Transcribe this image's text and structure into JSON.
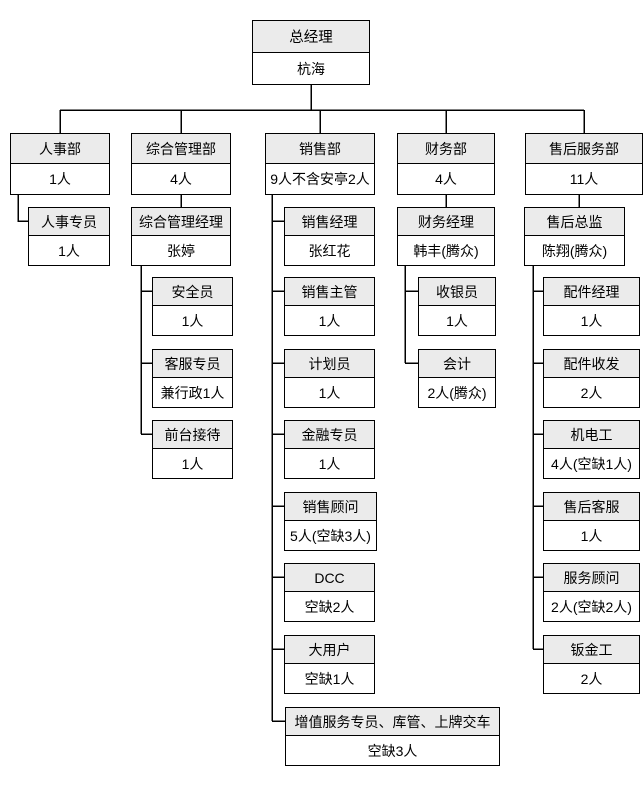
{
  "nodes": {
    "gm": {
      "title": "总经理",
      "value": "杭海"
    },
    "hr": {
      "title": "人事部",
      "value": "1人"
    },
    "hr_spec": {
      "title": "人事专员",
      "value": "1人"
    },
    "admin": {
      "title": "综合管理部",
      "value": "4人"
    },
    "admin_mgr": {
      "title": "综合管理经理",
      "value": "张婷"
    },
    "safety": {
      "title": "安全员",
      "value": "1人"
    },
    "cs": {
      "title": "客服专员",
      "value": "兼行政1人"
    },
    "reception": {
      "title": "前台接待",
      "value": "1人"
    },
    "sales": {
      "title": "销售部",
      "value": "9人不含安亭2人"
    },
    "sales_mgr": {
      "title": "销售经理",
      "value": "张红花"
    },
    "sales_sup": {
      "title": "销售主管",
      "value": "1人"
    },
    "planner": {
      "title": "计划员",
      "value": "1人"
    },
    "finance_spec": {
      "title": "金融专员",
      "value": "1人"
    },
    "sales_consult": {
      "title": "销售顾问",
      "value": "5人(空缺3人)"
    },
    "dcc": {
      "title": "DCC",
      "value": "空缺2人"
    },
    "key_account": {
      "title": "大用户",
      "value": "空缺1人"
    },
    "vas": {
      "title": "增值服务专员、库管、上牌交车",
      "value": "空缺3人"
    },
    "fin": {
      "title": "财务部",
      "value": "4人"
    },
    "fin_mgr": {
      "title": "财务经理",
      "value": "韩丰(腾众)"
    },
    "cashier": {
      "title": "收银员",
      "value": "1人"
    },
    "accountant": {
      "title": "会计",
      "value": "2人(腾众)"
    },
    "after": {
      "title": "售后服务部",
      "value": "11人"
    },
    "after_dir": {
      "title": "售后总监",
      "value": "陈翔(腾众)"
    },
    "parts_mgr": {
      "title": "配件经理",
      "value": "1人"
    },
    "parts_clerk": {
      "title": "配件收发",
      "value": "2人"
    },
    "mechanic": {
      "title": "机电工",
      "value": "4人(空缺1人)"
    },
    "after_cs": {
      "title": "售后客服",
      "value": "1人"
    },
    "svc_advisor": {
      "title": "服务顾问",
      "value": "2人(空缺2人)"
    },
    "sheet_metal": {
      "title": "钣金工",
      "value": "2人"
    }
  },
  "colors": {
    "header_bg": "#ebebeb",
    "body_bg": "#ffffff",
    "line": "#000000"
  }
}
